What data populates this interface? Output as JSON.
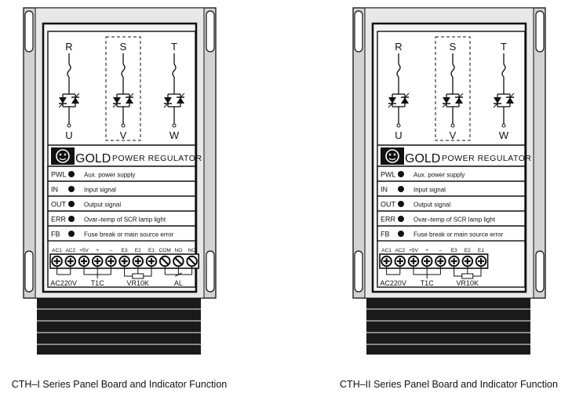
{
  "panels": [
    {
      "id": "cth1",
      "caption": "CTH–I Series Panel Board and Indicator Function",
      "phases": {
        "in": [
          "R",
          "S",
          "T"
        ],
        "out": [
          "U",
          "V",
          "W"
        ]
      },
      "brand": {
        "logo": "GOLD",
        "title": "POWER REGULATOR"
      },
      "indicators": [
        {
          "code": "PWL",
          "text": "Aux. power supply"
        },
        {
          "code": "IN",
          "text": "Input signal"
        },
        {
          "code": "OUT",
          "text": "Output signal"
        },
        {
          "code": "ERR",
          "text": "Ovar–temp of SCR lamp light"
        },
        {
          "code": "FB",
          "text": "Fuse break or main source error"
        }
      ],
      "terminals": [
        "AC1",
        "AC2",
        "+5V",
        "+",
        "–",
        "E3",
        "E2",
        "E1",
        "COM",
        "NO",
        "NO"
      ],
      "groups": [
        "AC220V",
        "T1C",
        "VR10K",
        "AL"
      ]
    },
    {
      "id": "cth2",
      "caption": "CTH–II Series Panel Board and Indicator Function",
      "phases": {
        "in": [
          "R",
          "S",
          "T"
        ],
        "out": [
          "U",
          "V",
          "W"
        ]
      },
      "brand": {
        "logo": "GOLD",
        "title": "POWER REGULATOR"
      },
      "indicators": [
        {
          "code": "PWL",
          "text": "Aux. power supply"
        },
        {
          "code": "IN",
          "text": "Input signal"
        },
        {
          "code": "OUT",
          "text": "Output signal"
        },
        {
          "code": "ERR",
          "text": "Ovar–temp of SCR lamp light"
        },
        {
          "code": "FB",
          "text": "Fuse break or main source error"
        }
      ],
      "terminals": [
        "AC1",
        "AC2",
        "+5V",
        "+",
        "–",
        "E3",
        "E2",
        "E1"
      ],
      "groups": [
        "AC220V",
        "T1C",
        "VR10K"
      ]
    }
  ]
}
